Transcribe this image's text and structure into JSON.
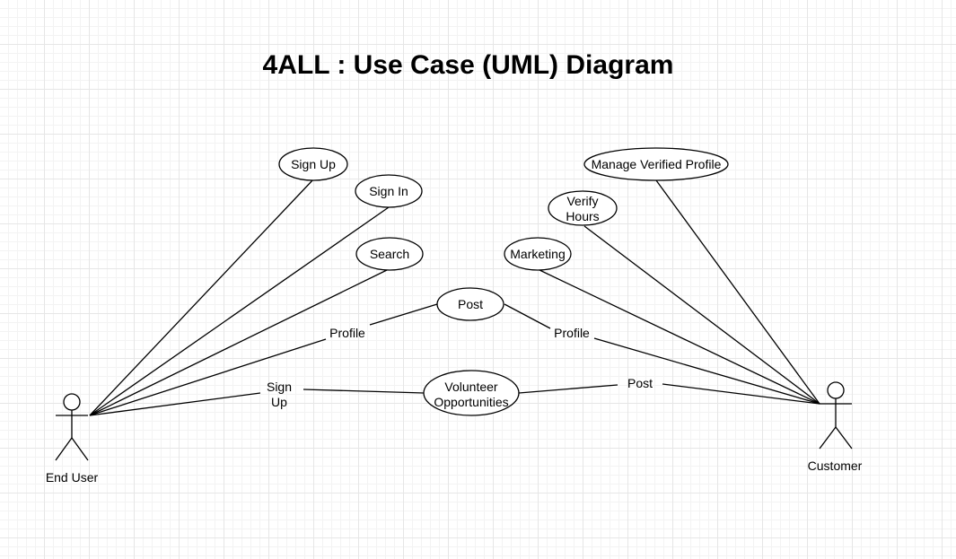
{
  "diagram": {
    "title": "4ALL : Use Case (UML) Diagram",
    "actors": {
      "end_user": "End User",
      "customer": "Customer"
    },
    "use_cases": {
      "sign_up": "Sign Up",
      "sign_in": "Sign In",
      "search": "Search",
      "post": "Post",
      "volunteer": [
        "Volunteer",
        "Opportunities"
      ],
      "manage_profile": "Manage Verified Profile",
      "verify_hours": [
        "Verify",
        "Hours"
      ],
      "marketing": "Marketing"
    },
    "edge_labels": {
      "post_profile_left": "Profile",
      "post_profile_right": "Profile",
      "volunteer_sign_up": [
        "Sign",
        "Up"
      ],
      "volunteer_post": "Post"
    }
  }
}
